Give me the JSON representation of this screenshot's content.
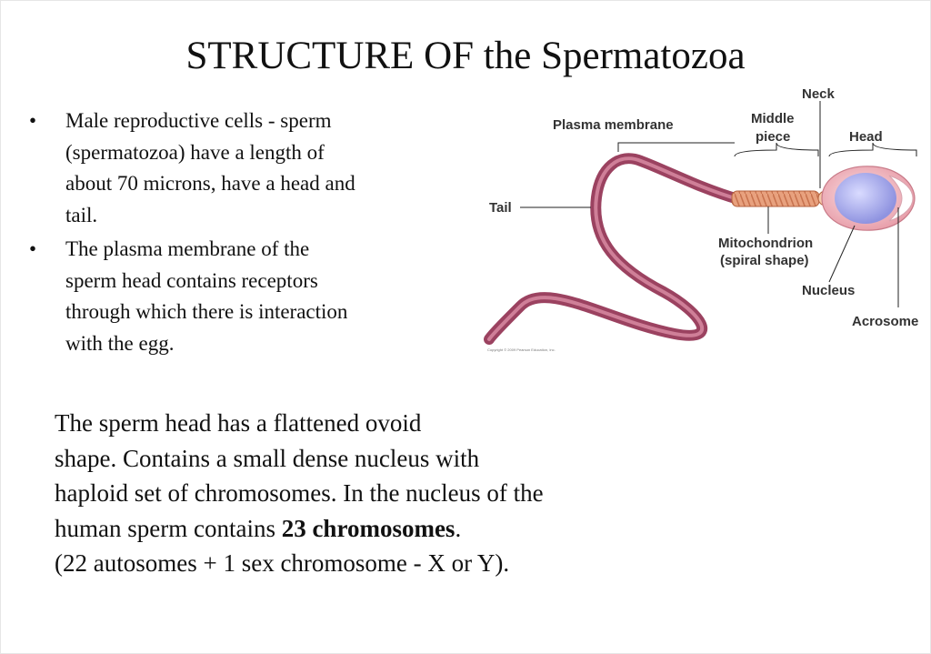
{
  "slide": {
    "title": "STRUCTURE OF the Spermatozoa",
    "bullet_marker": "•",
    "bullets": [
      {
        "lines": [
          "Male reproductive cells - sperm",
          "(spermatozoa) have a length of",
          "about 70 microns, have a head and",
          "tail."
        ]
      },
      {
        "lines": [
          "The plasma membrane of the",
          "sperm head contains receptors",
          "through which there is interaction",
          "with the egg."
        ]
      }
    ],
    "paragraph": {
      "line1": "The sperm head has a flattened ovoid",
      "line2": "shape. Contains a small dense nucleus with",
      "line3": "haploid set of chromosomes. In the nucleus of the",
      "line4_pre": "human sperm contains ",
      "line4_bold": "23 chromosomes",
      "line4_post": ".",
      "line5": "(22 autosomes + 1 sex chromosome - X or Y)."
    }
  },
  "diagram": {
    "labels": {
      "neck": "Neck",
      "plasma_membrane": "Plasma membrane",
      "middle_piece_1": "Middle",
      "middle_piece_2": "piece",
      "head": "Head",
      "tail": "Tail",
      "mitochondrion_1": "Mitochondrion",
      "mitochondrion_2": "(spiral shape)",
      "nucleus": "Nucleus",
      "acrosome": "Acrosome"
    },
    "copyright": "Copyright © 2009 Pearson Education, Inc.",
    "colors": {
      "tail": "#9b4260",
      "tail_highlight": "#cf7f98",
      "midpiece": "#e8a17e",
      "head": "#f2bcc2",
      "nucleus": "#b6b8ef",
      "acrosome": "#ffffff"
    }
  }
}
